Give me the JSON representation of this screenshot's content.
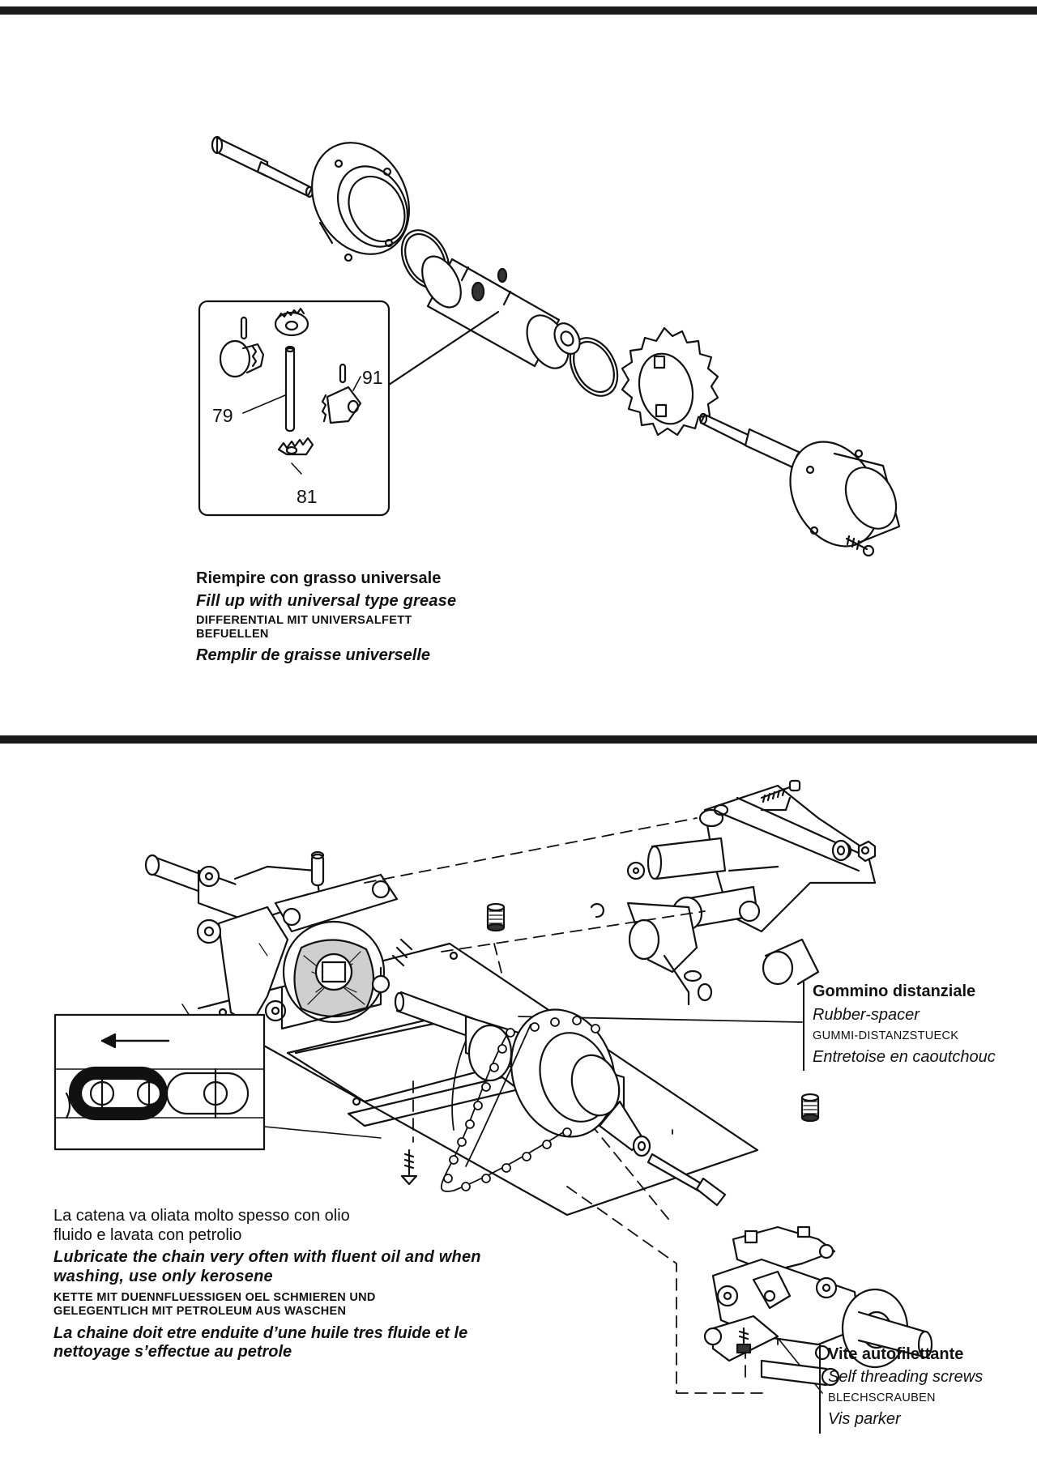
{
  "differential_section": {
    "callouts": {
      "pin": "79",
      "bevel_gear": "81",
      "pinion": "91"
    },
    "caption": {
      "it": "Riempire con grasso universale",
      "en": "Fill up with universal type grease",
      "de_line1": "DIFFERENTIAL MIT UNIVERSALFETT",
      "de_line2": "BEFUELLEN",
      "fr": "Remplir de graisse universelle"
    }
  },
  "chain_section": {
    "chain_caption": {
      "it_line1": "La catena va oliata molto spesso con olio",
      "it_line2": "fluido e lavata con petrolio",
      "en_line1": "Lubricate the chain very often with fluent oil and when",
      "en_line2": "washing, use only kerosene",
      "de_line1": "KETTE MIT DUENNFLUESSIGEN OEL SCHMIEREN UND",
      "de_line2": "GELEGENTLICH MIT PETROLEUM AUS WASCHEN",
      "fr_line1": "La chaine doit etre enduite d’une huile tres fluide et le",
      "fr_line2": "nettoyage s’effectue au petrole"
    },
    "spacer_caption": {
      "it": "Gommino distanziale",
      "en": "Rubber-spacer",
      "de": "GUMMI-DISTANZSTUECK",
      "fr": "Entretoise en caoutchouc"
    },
    "screw_caption": {
      "it": "Vite autofilettante",
      "en": "Self threading screws",
      "de": "BLECHSCRAUBEN",
      "fr": "Vis parker"
    }
  }
}
